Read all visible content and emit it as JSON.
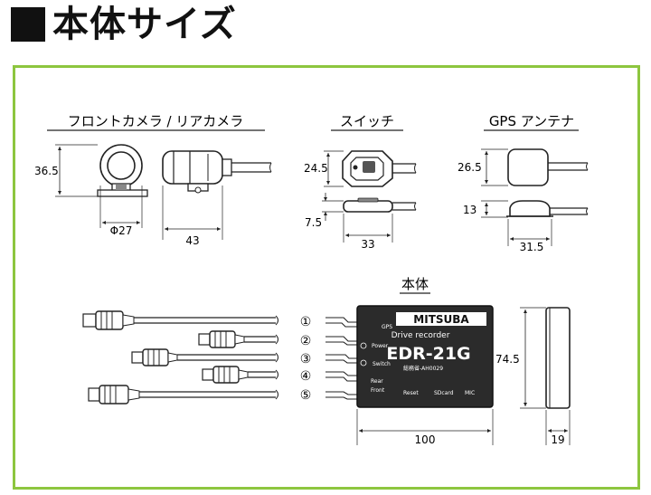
{
  "header": {
    "title": "本体サイズ"
  },
  "sections": {
    "camera": {
      "title": "フロントカメラ / リアカメラ",
      "height": "36.5",
      "diameter": "Φ27",
      "length": "43"
    },
    "switch": {
      "title": "スイッチ",
      "height": "24.5",
      "thickness": "7.5",
      "width": "33"
    },
    "gps": {
      "title": "GPS アンテナ",
      "height": "26.5",
      "thickness": "13",
      "width": "31.5"
    },
    "body": {
      "title": "本体",
      "height": "74.5",
      "width": "100",
      "depth": "19"
    }
  },
  "device": {
    "brand": "MITSUBA",
    "product": "Drive recorder",
    "model": "EDR-21G",
    "cert": "総務省-AH0029",
    "port_labels": [
      "GPS",
      "Power",
      "Switch",
      "Rear",
      "Front"
    ],
    "bottom_labels": [
      "Reset",
      "SDcard",
      "MIC"
    ]
  },
  "connectors": [
    "①",
    "②",
    "③",
    "④",
    "⑤"
  ]
}
